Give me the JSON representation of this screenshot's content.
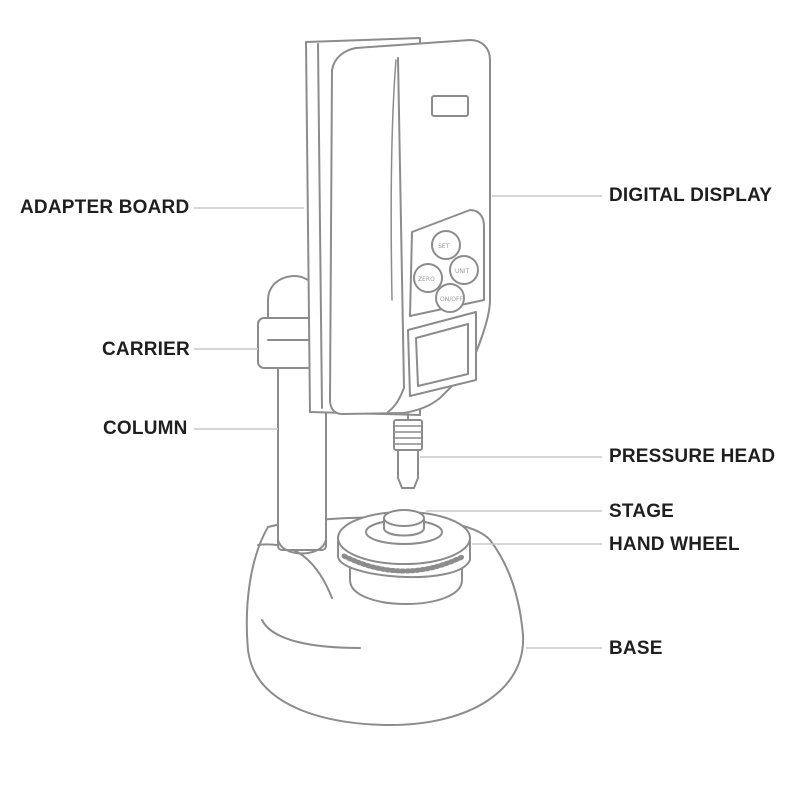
{
  "labels": {
    "adapter_board": "ADAPTER BOARD",
    "carrier": "CARRIER",
    "column": "COLUMN",
    "digital_display": "DIGITAL DISPLAY",
    "pressure_head": "PRESSURE HEAD",
    "stage": "STAGE",
    "hand_wheel": "HAND WHEEL",
    "base": "BASE"
  },
  "keypad": {
    "top": "SET",
    "left": "ZERO",
    "right": "UNIT",
    "bottom": "ON/OFF"
  },
  "colors": {
    "outline": "#8c8c8c",
    "leader_line": "#c8c8c8",
    "label_text": "#1f1f1f",
    "device_fill": "#ffffff"
  }
}
